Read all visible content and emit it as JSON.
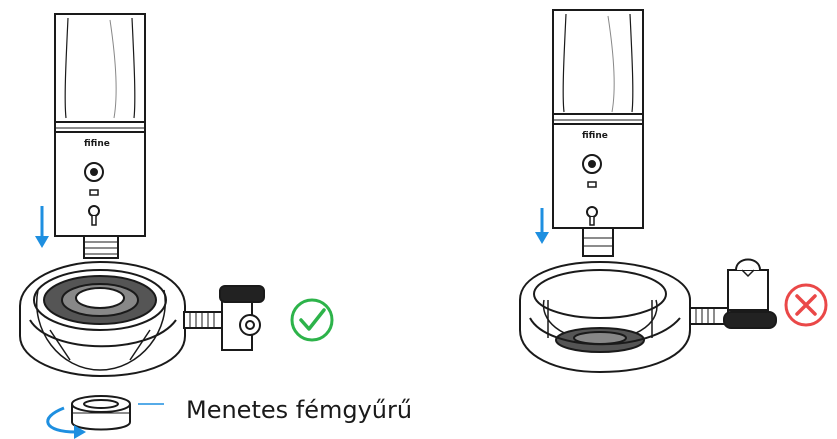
{
  "caption": "Menetes fémgyűrű",
  "left_panel": {
    "brand_text": "fifine",
    "status": "correct"
  },
  "right_panel": {
    "brand_text": "fifine",
    "status": "incorrect"
  },
  "colors": {
    "arrow_blue": "#1e8fe0",
    "check_green": "#2db34a",
    "cross_red": "#ea4848",
    "line": "#1a1a1a",
    "rubber": "#555555"
  },
  "icons": [
    "down-arrow-icon",
    "check-circle-icon",
    "cross-circle-icon",
    "rotate-arrow-icon"
  ]
}
